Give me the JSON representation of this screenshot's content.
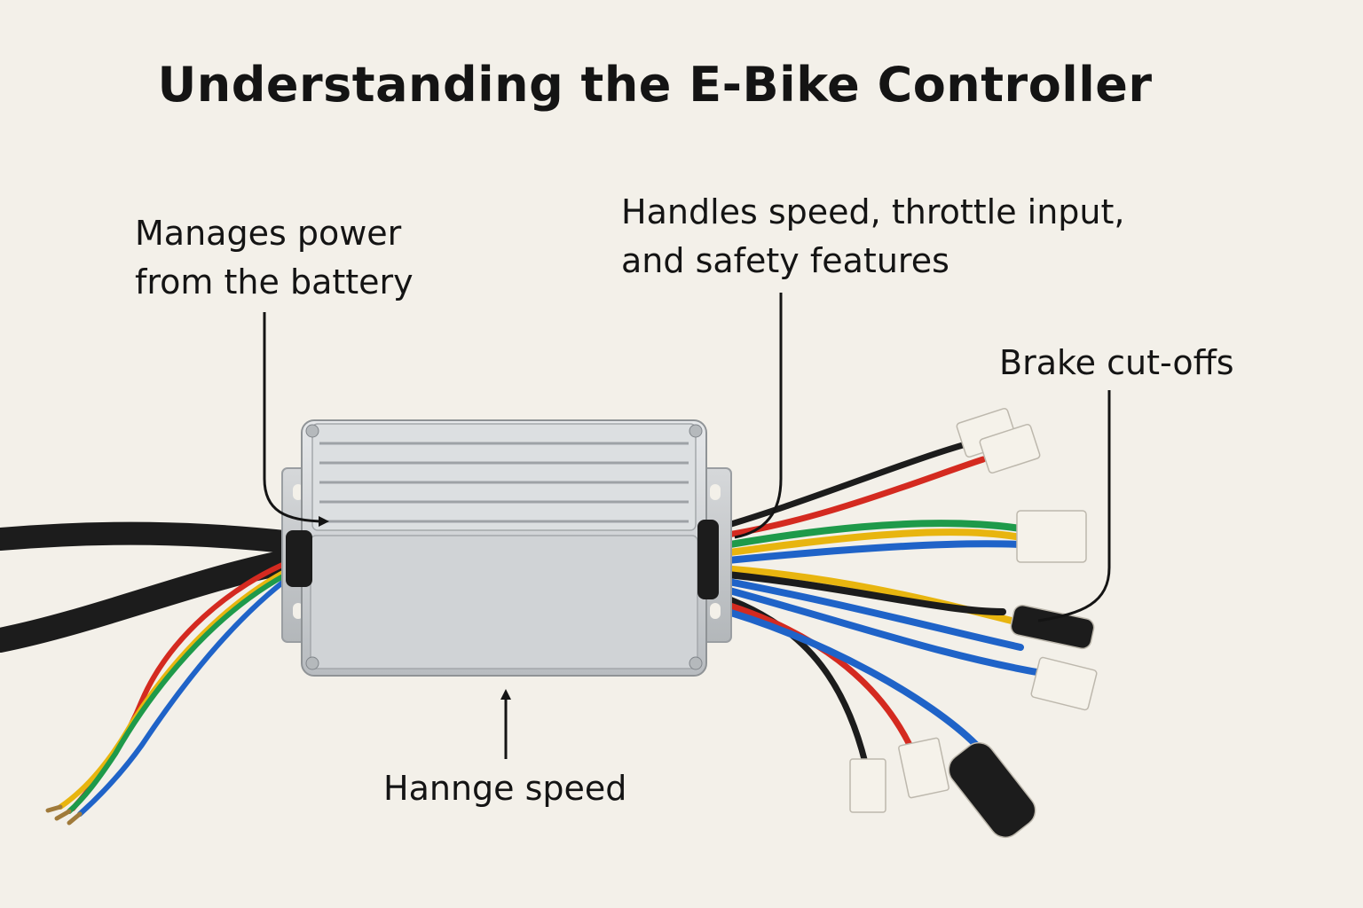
{
  "title": "Understanding the E-Bike Controller",
  "callouts": {
    "power": {
      "lines": [
        "Manages power",
        "from the battery"
      ]
    },
    "speed": {
      "lines": [
        "Handles speed, throttle input,",
        "and safety features"
      ]
    },
    "brake": {
      "lines": [
        "Brake cut-offs"
      ]
    },
    "bottom": {
      "lines": [
        "Hannge speed"
      ]
    }
  },
  "colors": {
    "background": "#f3f0e9",
    "text": "#141414",
    "housing": "#c9ccce",
    "wire_black": "#1c1c1c",
    "wire_red": "#d42a20",
    "wire_yellow": "#e8b50f",
    "wire_green": "#1e9a4a",
    "wire_blue": "#1f63c8",
    "connector": "#f5f2ea"
  },
  "icons": {
    "arrows": "arrow-icon"
  }
}
